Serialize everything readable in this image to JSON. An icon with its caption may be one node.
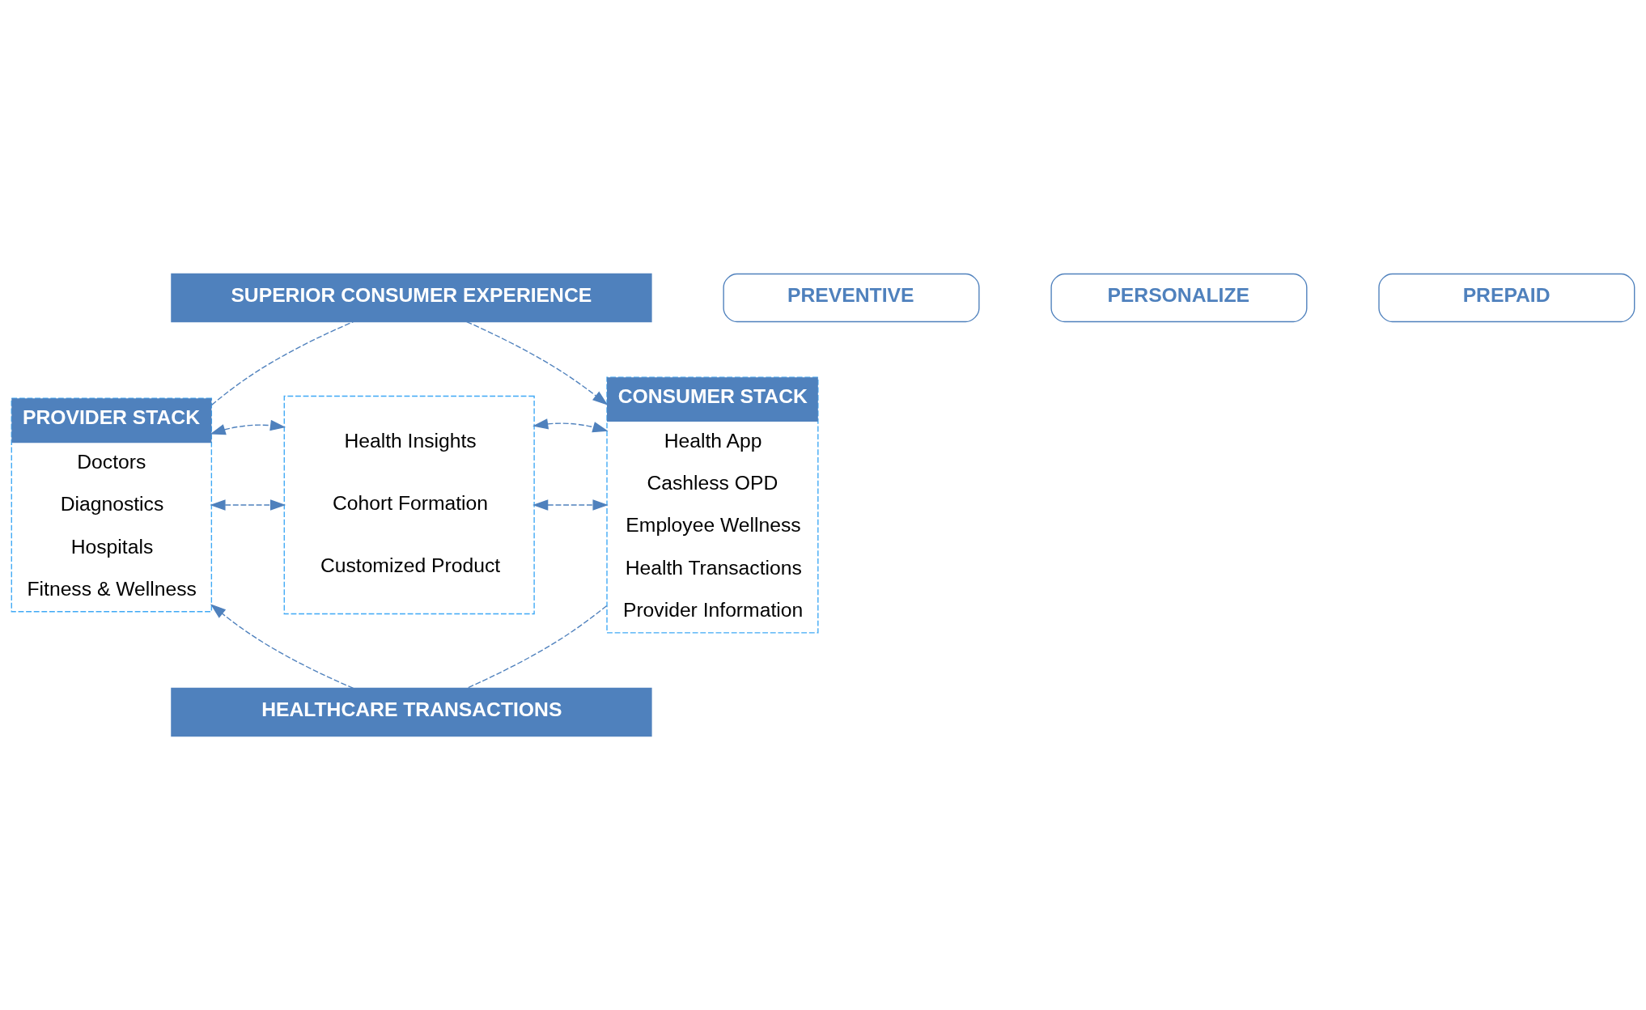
{
  "diagram": {
    "nodes": [
      {
        "text": [
          "SUPERIOR CONSUMER EXPERIENCE"
        ]
      },
      {
        "text": [
          "PROVIDER STACK",
          "Doctors",
          "Diagnostics",
          "Hospitals",
          "Fitness & Wellness"
        ]
      },
      {
        "text": [
          "Health Insights",
          "Cohort Formation",
          "Customized Product"
        ]
      },
      {
        "text": [
          "CONSUMER STACK",
          "Health App",
          "Cashless OPD",
          "Employee Wellness",
          "Health Transactions",
          "Provider Information"
        ]
      },
      {
        "text": [
          "HEALTHCARE TRANSACTIONS"
        ]
      },
      {
        "text": [
          "PREVENTIVE"
        ]
      },
      {
        "text": [
          "PERSONALIZE"
        ]
      },
      {
        "text": [
          "PREPAID"
        ]
      }
    ],
    "edges": [
      {
        "from": 1,
        "to": 0,
        "arrow": "none",
        "style": "dashed"
      },
      {
        "from": 0,
        "to": 3,
        "arrow": "to",
        "style": "dashed"
      },
      {
        "from": 1,
        "to": 2,
        "arrow": "both",
        "style": "dashed"
      },
      {
        "from": 1,
        "to": 2,
        "arrow": "both",
        "style": "dashed"
      },
      {
        "from": 2,
        "to": 3,
        "arrow": "both",
        "style": "dashed"
      },
      {
        "from": 2,
        "to": 3,
        "arrow": "both",
        "style": "dashed"
      },
      {
        "from": 3,
        "to": 4,
        "arrow": "none",
        "style": "dashed"
      },
      {
        "from": 4,
        "to": 1,
        "arrow": "to",
        "style": "dashed"
      }
    ]
  }
}
